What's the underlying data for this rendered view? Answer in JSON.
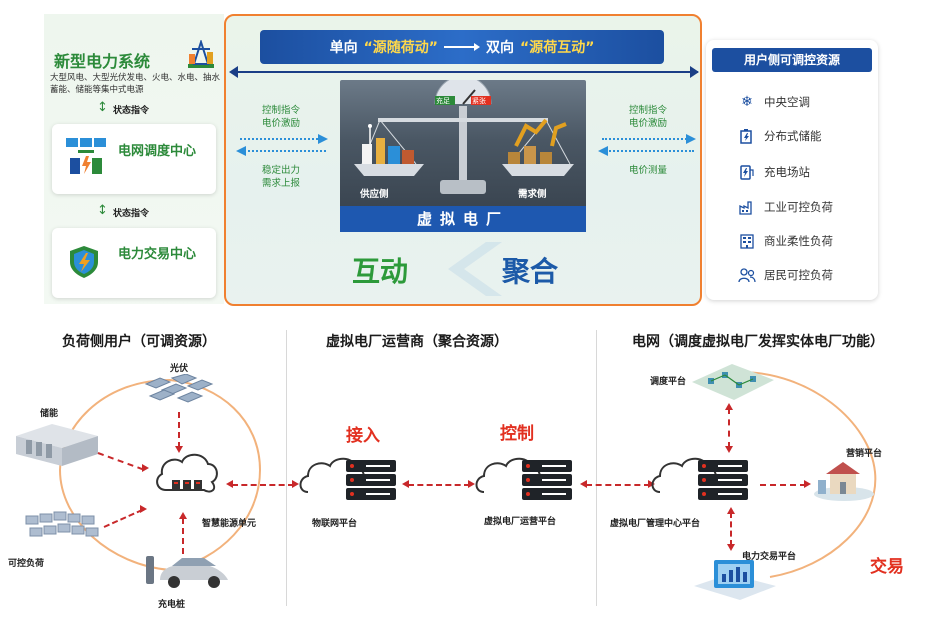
{
  "top": {
    "power_system": {
      "title": "新型电力系统",
      "subtitle": "大型风电、大型光伏发电、火电、水电、抽水蓄能、储能等集中式电源",
      "status_1": "状态指令",
      "status_2": "状态指令",
      "dispatch_center": "电网调度中心",
      "trade_center": "电力交易中心"
    },
    "center": {
      "banner_left": "单向",
      "banner_q1": "“源随荷动”",
      "banner_right": "双向",
      "banner_q2": "“源荷互动”",
      "left_upper": "控制指令\n电价激励",
      "left_lower": "稳定出力\n需求上报",
      "right_upper": "控制指令\n电价激励",
      "right_lower": "电价测量",
      "supply_side": "供应侧",
      "demand_side": "需求侧",
      "tag_left": "充足",
      "tag_right": "紧张",
      "vpp": "虚拟电厂",
      "word_left": "互动",
      "word_right": "聚合"
    },
    "resources": {
      "title": "用户侧可调控资源",
      "items": [
        {
          "label": "中央空调",
          "icon": "snowflake-icon"
        },
        {
          "label": "分布式储能",
          "icon": "battery-icon"
        },
        {
          "label": "充电场站",
          "icon": "charging-icon"
        },
        {
          "label": "工业可控负荷",
          "icon": "factory-icon"
        },
        {
          "label": "商业柔性负荷",
          "icon": "building-icon"
        },
        {
          "label": "居民可控负荷",
          "icon": "people-icon"
        }
      ]
    }
  },
  "bottom": {
    "section_left": "负荷侧用户（可调资源）",
    "section_mid": "虚拟电厂运营商（聚合资源）",
    "section_right": "电网（调度虚拟电厂发挥实体电厂功能）",
    "pv": "光伏",
    "storage": "储能",
    "controllable_load": "可控负荷",
    "charging_pile": "充电桩",
    "smart_energy_unit": "智慧能源单元",
    "iot_platform": "物联网平台",
    "vpp_operation_platform": "虚拟电厂运营平台",
    "access": "接入",
    "control": "控制",
    "dispatch_platform": "调度平台",
    "marketing_platform": "营销平台",
    "vpp_management_center": "虚拟电厂管理中心平台",
    "trade_platform": "电力交易平台",
    "trade": "交易"
  },
  "colors": {
    "green": "#2c8a3a",
    "blue": "#1c4fa0",
    "orange_border": "#f08030",
    "red": "#e23020"
  }
}
